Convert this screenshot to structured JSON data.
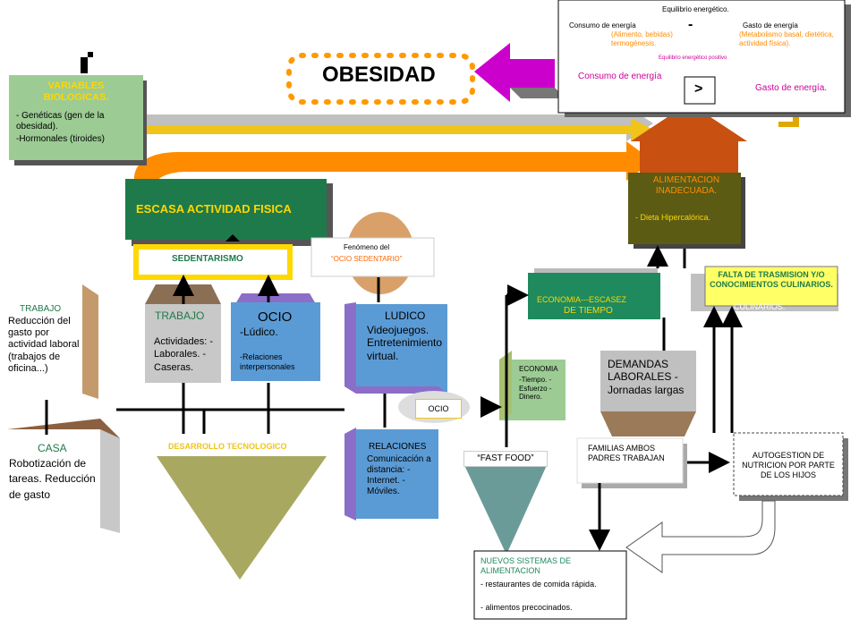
{
  "obesity": {
    "title": "OBESIDAD"
  },
  "equilibrium": {
    "title": "Equilibrio energético.",
    "consumo_label": "Consumo de energía",
    "consumo_detail": "(Alimento, bebidas) termogénesis.",
    "minus": "-",
    "gasto_label": "Gasto de energía",
    "gasto_detail": "(Metabolismo basal, dietética, actividad física).",
    "positive_title": "Equilibrio energético positivo",
    "consumo_big": "Consumo de energía",
    "greater": ">",
    "gasto_big": "Gasto de energía."
  },
  "variables": {
    "title": "VARIABLES BIOLOGICAS.",
    "line1": "- Genéticas (gen de la obesidad).",
    "line2": "-Hormonales (tiroides)"
  },
  "activity": {
    "title": "ESCASA ACTIVIDAD FISICA"
  },
  "alimentacion": {
    "title": "ALIMENTACION INADECUADA.",
    "detail": "- Dieta Hipercalórica."
  },
  "sedentarismo": {
    "label": "SEDENTARISMO"
  },
  "fenomeno": {
    "line1": "Fenómeno del",
    "line2": "“OCIO SEDENTARIO”"
  },
  "trabajo_left": {
    "title": "TRABAJO",
    "body": "Reducción del gasto por actividad laboral (trabajos de oficina...)"
  },
  "casa": {
    "title": "CASA",
    "body": "Robotización de tareas. Reducción de gasto"
  },
  "trabajo_mid": {
    "title": "TRABAJO",
    "body": "Actividades: -Laborales. -Caseras."
  },
  "ocio_mid": {
    "title": "OCIO",
    "line1": "-Lúdico.",
    "line2": "-Relaciones interpersonales"
  },
  "ludico": {
    "title": "LUDICO",
    "body": "Videojuegos. Entretenimiento virtual."
  },
  "ocio_small": {
    "label": "OCIO"
  },
  "relaciones": {
    "title": "RELACIONES",
    "body": "Comunicación a distancia: -Internet. -Móviles."
  },
  "desarrollo": {
    "label": "DESARROLLO TECNOLOGICO"
  },
  "fast_food": {
    "label": "“FAST FOOD”"
  },
  "economia_small": {
    "title": "ECONOMIA",
    "body": "-Tiempo. -Esfuerzo -Dinero."
  },
  "economia_escasez": {
    "line1": "ECONOMIA---ESCASEZ",
    "line2": "DE TIEMPO"
  },
  "falta": {
    "label": "FALTA DE TRASMISION Y/O CONOCIMIENTOS CULINARIOS.",
    "behind": "CULINARIOS."
  },
  "demandas": {
    "label": "DEMANDAS LABORALES - Jornadas largas"
  },
  "familias": {
    "label": "FAMILIAS AMBOS PADRES TRABAJAN"
  },
  "autogestion": {
    "label": "AUTOGESTION DE NUTRICION POR PARTE DE LOS HIJOS"
  },
  "nuevos": {
    "title": "NUEVOS SISTEMAS DE ALIMENTACION",
    "line1": "- restaurantes de comida rápida.",
    "line2": "- alimentos precocinados."
  },
  "colors": {
    "accent_orange": "#ff8c00",
    "green_dark": "#1e7a4a",
    "olive": "#5b5b14",
    "purple": "#8b6ec8"
  }
}
